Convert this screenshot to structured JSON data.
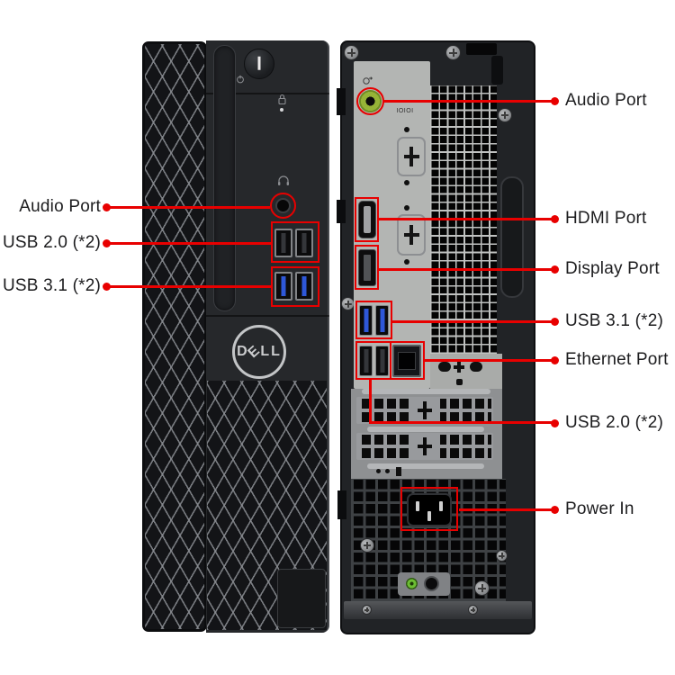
{
  "accent_color": "#e80000",
  "front_view": {
    "brand_d": "D",
    "brand_e": "E",
    "brand_ll": "LL",
    "annotations": [
      {
        "label": "Audio Port"
      },
      {
        "label": "USB 2.0 (*2)"
      },
      {
        "label": "USB 3.1 (*2)"
      }
    ]
  },
  "back_view": {
    "serial_port_label": "IOIOI",
    "annotations": [
      {
        "label": "Audio Port"
      },
      {
        "label": "HDMI Port"
      },
      {
        "label": "Display Port"
      },
      {
        "label": "USB 3.1 (*2)"
      },
      {
        "label": "Ethernet Port"
      },
      {
        "label": "USB 2.0 (*2)"
      },
      {
        "label": "Power In"
      }
    ]
  },
  "colors": {
    "usb3_blue": "#2e57d8",
    "audio_jack_green": "#96b437",
    "label_text": "#1c1c1e"
  }
}
